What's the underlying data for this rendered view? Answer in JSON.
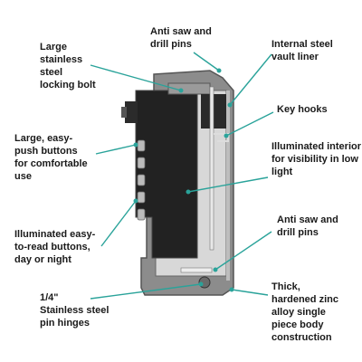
{
  "callouts": {
    "bolt": "Large\nstainless\nsteel\nlocking bolt",
    "pins_top": "Anti saw and\ndrill pins",
    "liner": "Internal steel\nvault liner",
    "hooks": "Key hooks",
    "push_buttons": "Large, easy-\npush buttons\nfor comfortable\nuse",
    "interior": "Illuminated interior\nfor visibility in low\nlight",
    "illum_buttons": "Illuminated easy-\nto-read buttons,\nday or night",
    "pins_bottom": "Anti saw and\ndrill pins",
    "hinges": "1/4\"\nStainless steel\npin hinges",
    "body": "Thick,\nhardened zinc\nalloy single\npiece body\nconstruction"
  },
  "colors": {
    "leader": "#2aa39a",
    "body": "#4a4a4a",
    "shell": "#8c8c8c",
    "interior": "#222222",
    "text": "#1a1a1a"
  }
}
